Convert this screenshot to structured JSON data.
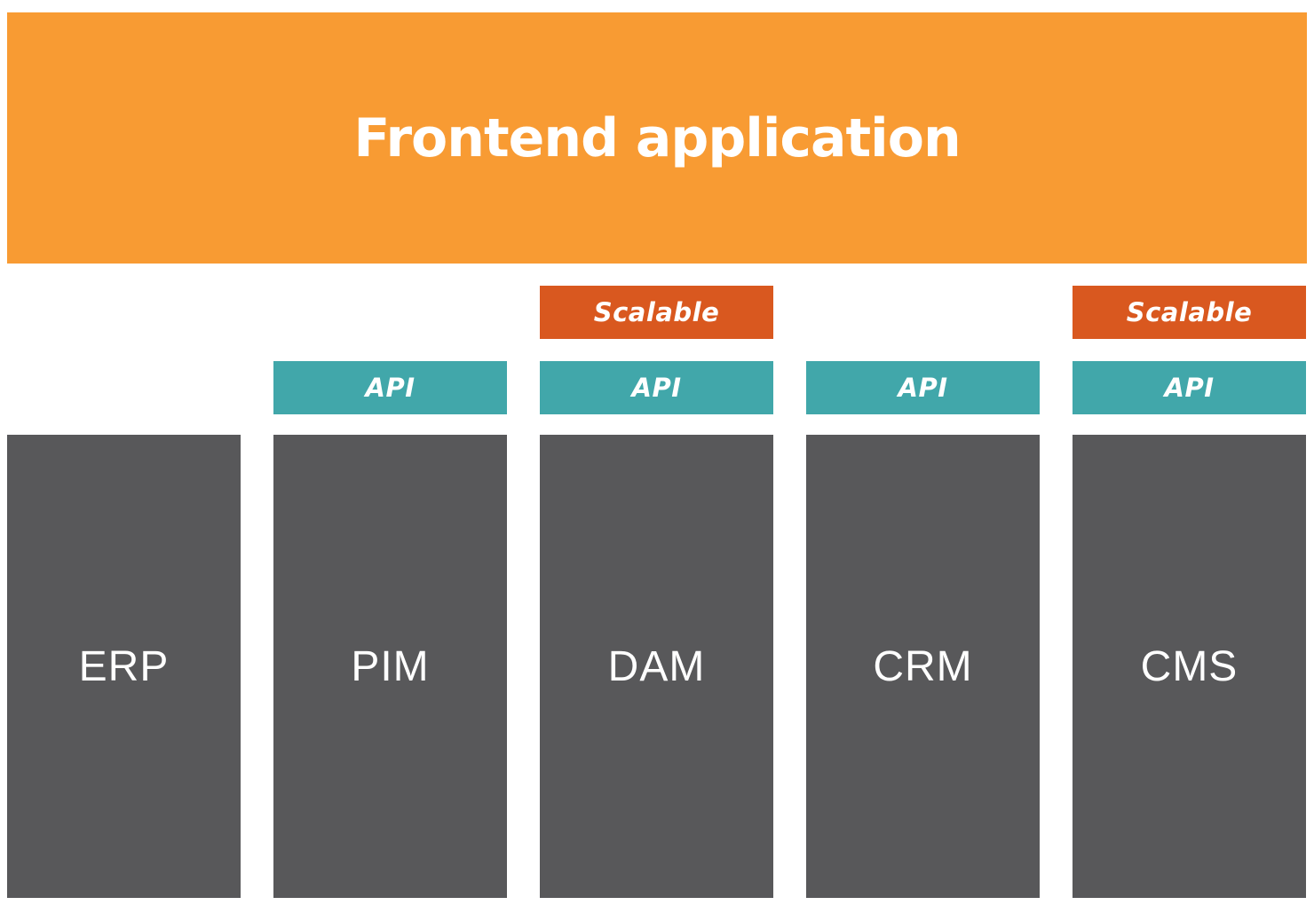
{
  "title": "Frontend application",
  "badge_labels": {
    "scalable": "Scalable",
    "api": "API"
  },
  "systems": [
    {
      "label": "ERP",
      "has_api": false,
      "has_scalable": false
    },
    {
      "label": "PIM",
      "has_api": true,
      "has_scalable": false
    },
    {
      "label": "DAM",
      "has_api": true,
      "has_scalable": true
    },
    {
      "label": "CRM",
      "has_api": true,
      "has_scalable": false
    },
    {
      "label": "CMS",
      "has_api": true,
      "has_scalable": true
    }
  ],
  "colors": {
    "header_bg": "#F89B33",
    "scalable_bg": "#D9581F",
    "api_bg": "#41A7AA",
    "system_bg": "#58585A",
    "label_text": "#FFFFFF"
  }
}
